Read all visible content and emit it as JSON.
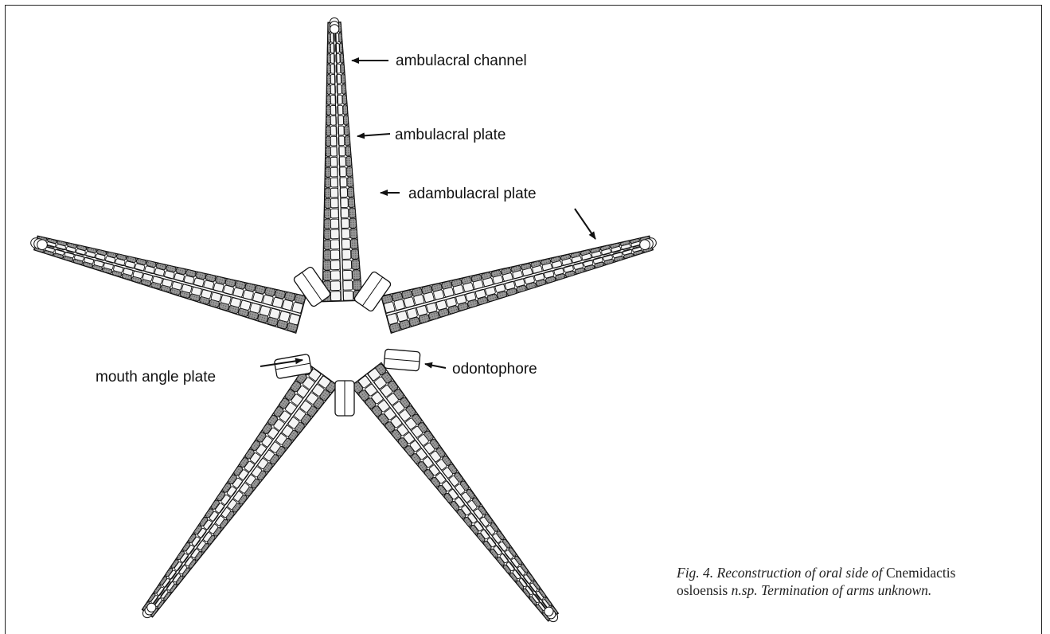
{
  "labels": {
    "ambulacral_channel": "ambulacral channel",
    "ambulacral_plate": "ambulacral plate",
    "adambulacral_plate": "adambulacral plate",
    "mouth_angle_plate": "mouth angle plate",
    "odontophore": "odontophore"
  },
  "caption": {
    "prefix": "Fig. 4. Reconstruction of oral side of ",
    "genus": "Cnemidactis",
    "species": "osloensis",
    "suffix_italic": " n.sp. Termination of arms unknown."
  },
  "colors": {
    "plate_dark": "#7a7a7a",
    "plate_light": "#f4f4f4",
    "outline": "#111111"
  }
}
